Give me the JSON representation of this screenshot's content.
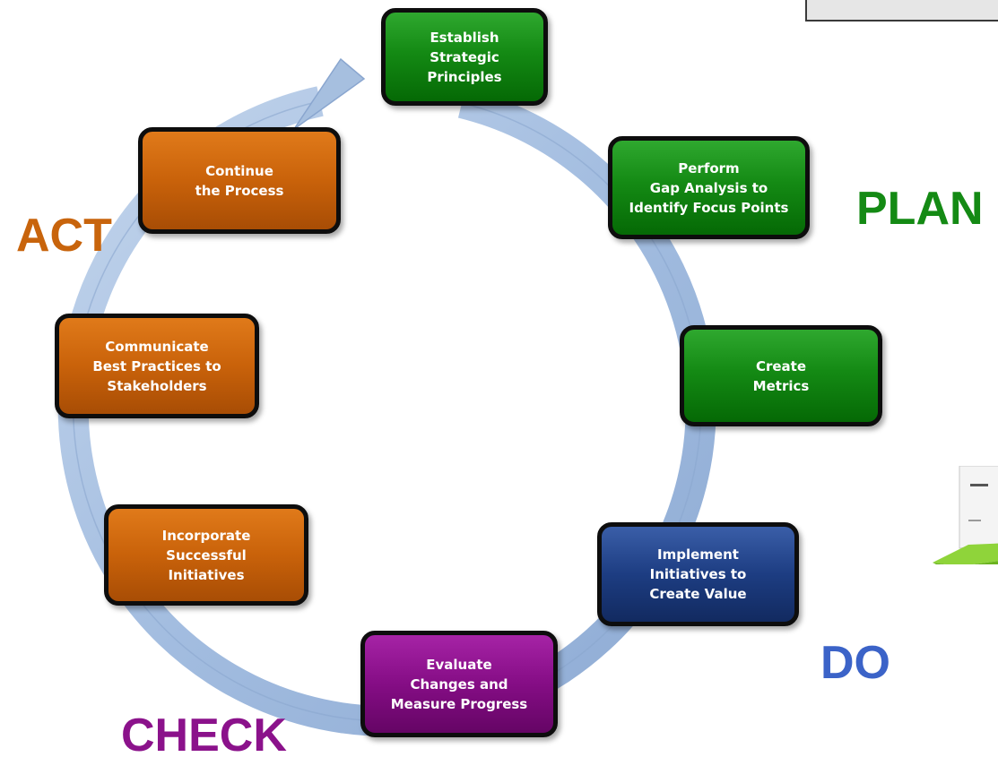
{
  "colors": {
    "plan": "#148a14",
    "do": "#3b63c8",
    "check": "#8b128b",
    "act": "#c8640c",
    "ring": "#a6bfdf"
  },
  "phases": {
    "plan": "PLAN",
    "do": "DO",
    "check": "CHECK",
    "act": "ACT"
  },
  "steps": {
    "establish": "Establish\nStrategic\nPrinciples",
    "gap_analysis": "Perform\nGap Analysis to\nIdentify Focus Points",
    "metrics": "Create\nMetrics",
    "implement": "Implement\nInitiatives to\nCreate Value",
    "evaluate": "Evaluate\nChanges and\nMeasure Progress",
    "incorporate": "Incorporate\nSuccessful\nInitiatives",
    "communicate": "Communicate\nBest Practices to\nStakeholders",
    "continue": "Continue\nthe Process"
  }
}
